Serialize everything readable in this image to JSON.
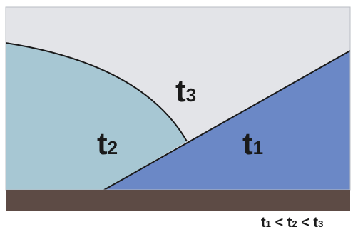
{
  "colors": {
    "sky": "#e3e4e8",
    "region_t2": "#a7c7d3",
    "region_t1": "#6b88c6",
    "ground": "#5d4b45",
    "border": "#b9bcc3",
    "line": "#1a1a1a"
  },
  "labels": {
    "t3": {
      "base": "t",
      "sub": "3"
    },
    "t2": {
      "base": "t",
      "sub": "2"
    },
    "t1": {
      "base": "t",
      "sub": "1"
    }
  },
  "relation": {
    "a_base": "t",
    "a_sub": "1",
    "op1": " < ",
    "b_base": "t",
    "b_sub": "2",
    "op2": " < ",
    "c_base": "t",
    "c_sub": "3"
  }
}
